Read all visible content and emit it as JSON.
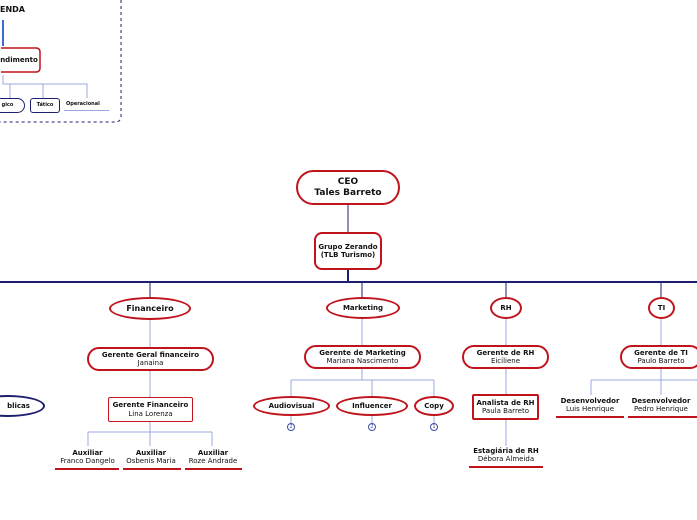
{
  "legend": {
    "title": "ENDA",
    "center": "ndimento",
    "items": [
      "gico",
      "Tático",
      "Operacional"
    ]
  },
  "ceo": {
    "role": "CEO",
    "name": "Tales Barreto"
  },
  "group": {
    "line1": "Grupo Zerando",
    "line2": "(TLB Turismo)"
  },
  "left_cut": "blicas",
  "departments": {
    "financeiro": {
      "label": "Financeiro",
      "manager": {
        "role": "Gerente Geral financeiro",
        "name": "Janaina"
      },
      "sub_manager": {
        "role": "Gerente Financeiro",
        "name": "Lina Lorenza"
      },
      "staff": [
        {
          "role": "Auxiliar",
          "name": "Franco Dangelo"
        },
        {
          "role": "Auxiliar",
          "name": "Osbenis Maria"
        },
        {
          "role": "Auxiliar",
          "name": "Roze Andrade"
        }
      ]
    },
    "marketing": {
      "label": "Marketing",
      "manager": {
        "role": "Gerente de Marketing",
        "name": "Mariana Nascimento"
      },
      "teams": [
        {
          "label": "Audiovisual",
          "count": "2"
        },
        {
          "label": "Influencer",
          "count": "2"
        },
        {
          "label": "Copy",
          "count": "1"
        }
      ]
    },
    "rh": {
      "label": "RH",
      "manager": {
        "role": "Gerente de RH",
        "name": "Eiciliene"
      },
      "analyst": {
        "role": "Analista de RH",
        "name": "Paula Barreto"
      },
      "intern": {
        "role": "Estagiária de RH",
        "name": "Débora Almeida"
      }
    },
    "ti": {
      "label": "TI",
      "manager": {
        "role": "Gerente de TI",
        "name": "Paulo Barreto"
      },
      "devs": [
        {
          "role": "Desenvolvedor",
          "name": "Luis Henrique"
        },
        {
          "role": "Desenvolvedor",
          "name": "Pedro Henrique"
        }
      ]
    }
  }
}
